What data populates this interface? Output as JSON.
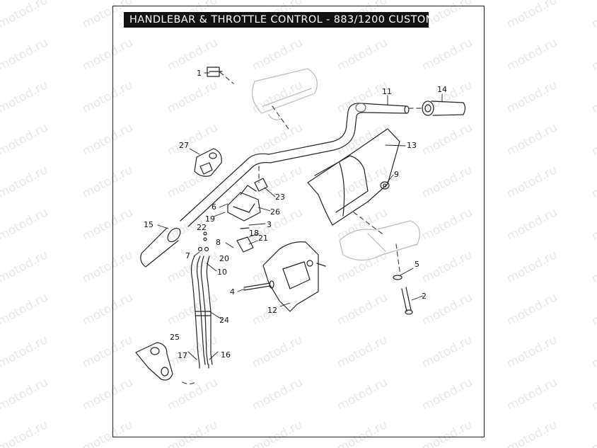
{
  "title": "HANDLEBAR & THROTTLE CONTROL - 883/1200 CUSTOM",
  "watermark": "motod.ru",
  "parts": {
    "p1": "1",
    "p2": "2",
    "p3": "3",
    "p4": "4",
    "p5": "5",
    "p6": "6",
    "p7": "7",
    "p8": "8",
    "p9": "9",
    "p10": "10",
    "p11": "11",
    "p12": "12",
    "p13": "13",
    "p14": "14",
    "p15": "15",
    "p16": "16",
    "p17": "17",
    "p18": "18",
    "p19": "19",
    "p20": "20",
    "p21": "21",
    "p22": "22",
    "p23": "23",
    "p24": "24",
    "p25": "25",
    "p26": "26",
    "p27": "27"
  }
}
